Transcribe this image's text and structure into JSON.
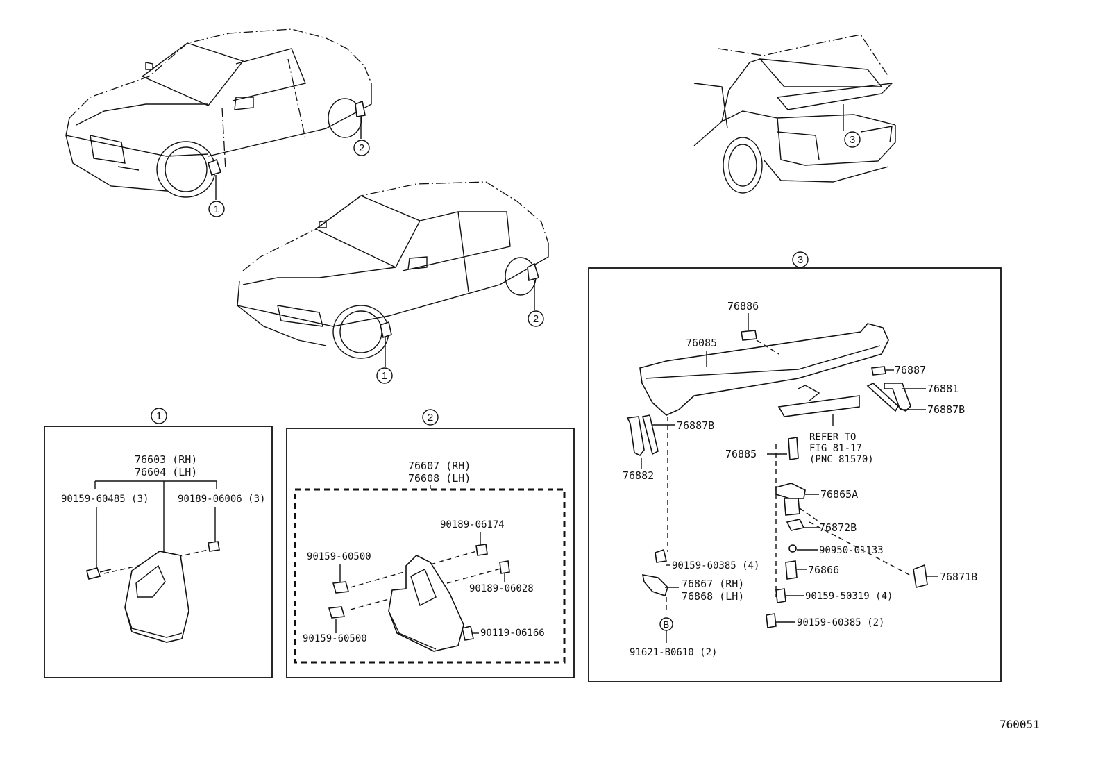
{
  "diagram_id": "760051",
  "callouts": {
    "c1": "1",
    "c2": "2",
    "c3": "3",
    "cB": "B"
  },
  "panel1": {
    "title": "1",
    "part_a": "76603 (RH)",
    "part_b": "76604 (LH)",
    "screw": "90159-60485 (3)",
    "clip": "90189-06006 (3)"
  },
  "panel2": {
    "title": "2",
    "part_a": "76607 (RH)",
    "part_b": "76608 (LH)",
    "nut": "90189-06174",
    "screw_top": "90159-60500",
    "clip": "90189-06028",
    "screw_bottom": "90159-60500",
    "bolt": "90119-06166"
  },
  "panel3": {
    "title": "3",
    "p76886": "76886",
    "p76085": "76085",
    "p76887": "76887",
    "p76881": "76881",
    "p76887B_right": "76887B",
    "p76887B_left": "76887B",
    "p76882": "76882",
    "refer_1": "REFER TO",
    "refer_2": "FIG 81-17",
    "refer_3": "(PNC 81570)",
    "p76885": "76885",
    "p76865A": "76865A",
    "p76872B": "76872B",
    "p90950": "90950-01133",
    "p90159_385_4": "90159-60385 (4)",
    "p76866": "76866",
    "p76871B": "76871B",
    "p76867": "76867 (RH)",
    "p76868": "76868 (LH)",
    "p90159_319": "90159-50319 (4)",
    "p90159_385_2": "90159-60385 (2)",
    "p91621": "91621-B0610 (2)"
  }
}
